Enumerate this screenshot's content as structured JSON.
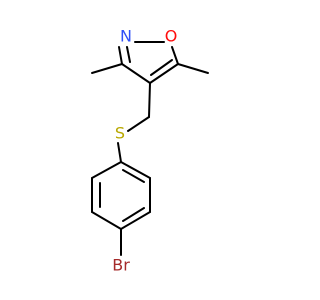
{
  "molecule": {
    "atoms": {
      "nitrogen": {
        "symbol": "N",
        "color": "#3050F8"
      },
      "oxygen": {
        "symbol": "O",
        "color": "#FF0D0D"
      },
      "sulfur": {
        "symbol": "S",
        "color": "#B8A800"
      },
      "bromine": {
        "symbol": "Br",
        "color": "#A52A2A"
      }
    }
  }
}
